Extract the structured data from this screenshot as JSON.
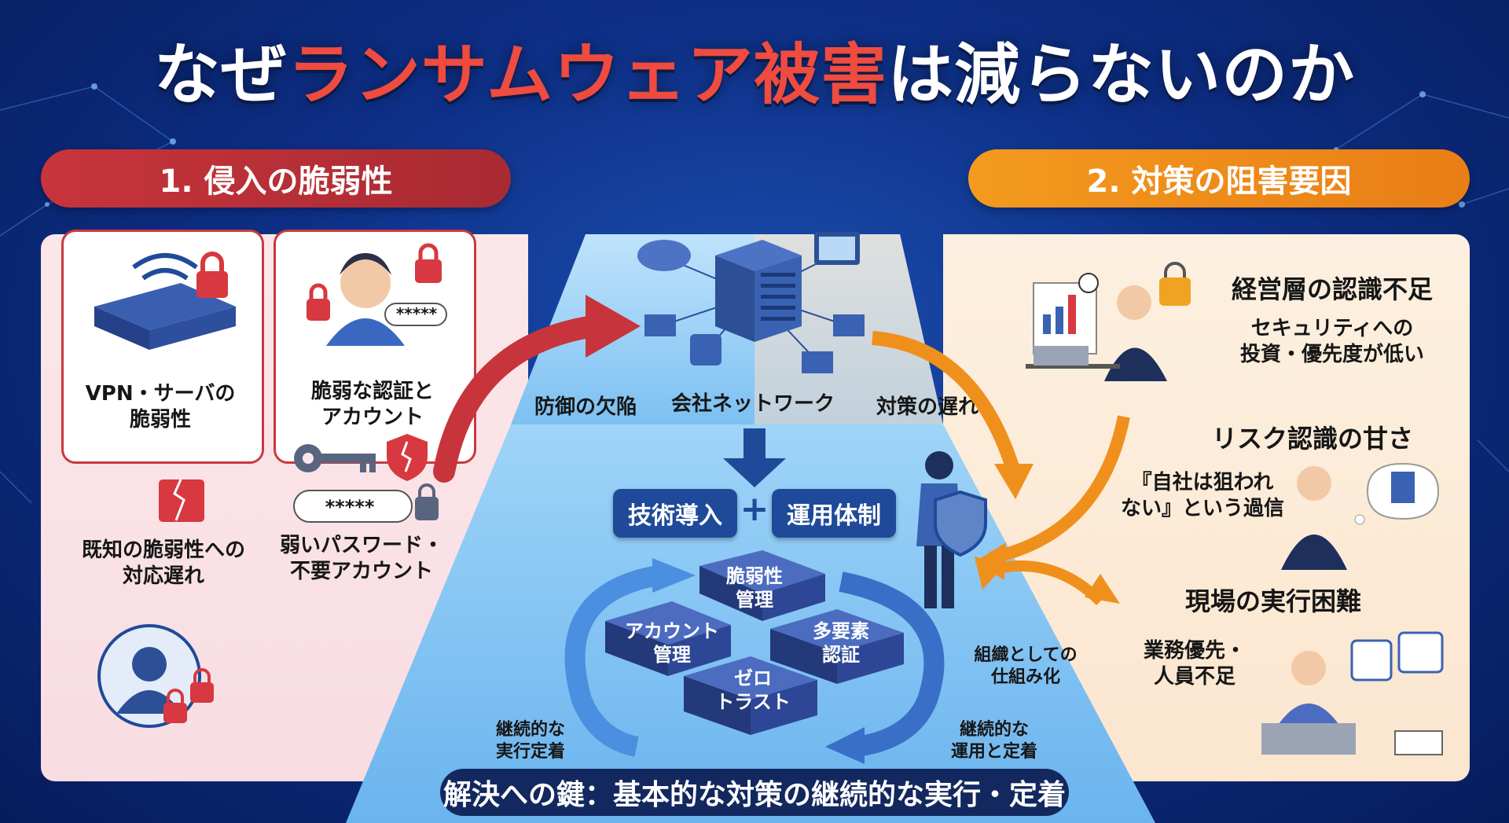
{
  "title": {
    "part1": "なぜ",
    "highlight": "ランサムウェア被害",
    "part2": "は減らないのか"
  },
  "left": {
    "header": "1. 侵入の脆弱性",
    "card1_label": "VPN・サーバの\n脆弱性",
    "card2_label": "脆弱な認証と\nアカウント",
    "password_mask": "*****",
    "password_mask2": "*****",
    "known_vuln": "既知の脆弱性への\n対応遅れ",
    "weak_password": "弱いパスワード・\n不要アカウント"
  },
  "center": {
    "defense_gap": "防御の欠陥",
    "company_network": "会社ネットワーク",
    "countermeasure_delay": "対策の遅れ",
    "tech": "技術導入",
    "plus": "+",
    "ops": "運用体制",
    "blocks": [
      "脆弱性\n管理",
      "アカウント\n管理",
      "多要素\n認証",
      "ゼロ\nトラスト"
    ],
    "left_cycle": "継続的な\n実行定着",
    "right_cycle_top": "組織としての\n仕組み化",
    "right_cycle_bottom": "継続的な\n運用と定着",
    "key": "解決への鍵：基本的な対策の継続的な実行・定着"
  },
  "right": {
    "header": "2. 対策の阻害要因",
    "mgmt_title": "経営層の認識不足",
    "mgmt_desc": "セキュリティへの\n投資・優先度が低い",
    "risk_title": "リスク認識の甘さ",
    "risk_desc": "『自社は狙われ\nない』という過信",
    "field_title": "現場の実行困難",
    "field_desc": "業務優先・\n人員不足"
  },
  "colors": {
    "red": "#c8343b",
    "orange": "#f0901c",
    "navy": "#1f4a9a",
    "bg": "#0d2f86"
  }
}
